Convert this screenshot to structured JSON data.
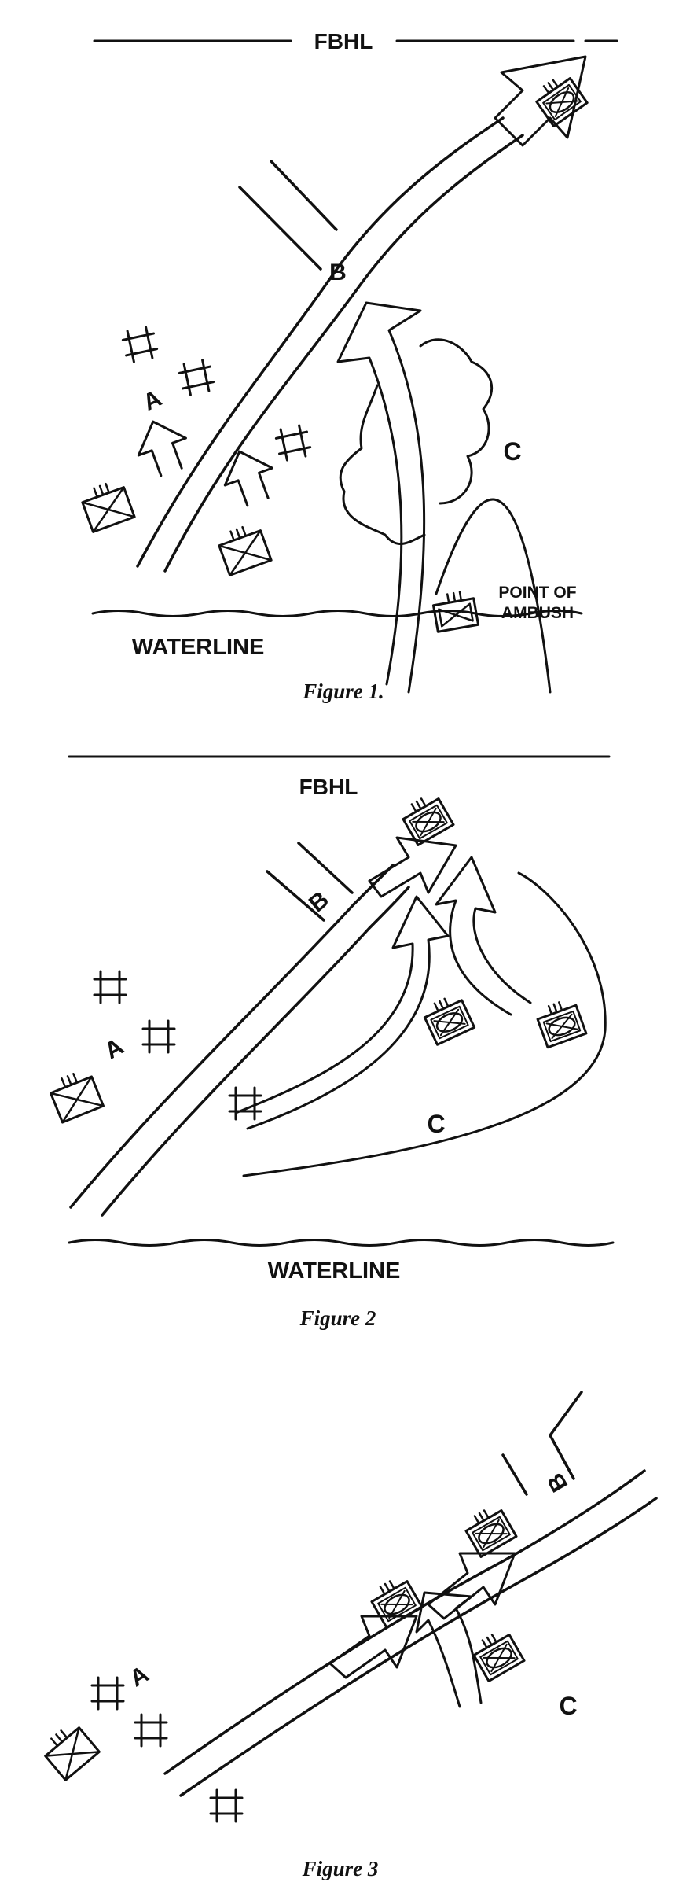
{
  "figure1": {
    "top_line_label": "FBHL",
    "label_a": "A",
    "label_b": "B",
    "label_c": "C",
    "ambush_line1": "POINT OF",
    "ambush_line2": "AMBUSH",
    "waterline": "WATERLINE",
    "caption": "Figure 1."
  },
  "figure2": {
    "top_line_label": "FBHL",
    "label_a": "A",
    "label_b": "B",
    "label_c": "C",
    "waterline": "WATERLINE",
    "caption": "Figure 2"
  },
  "figure3": {
    "label_a": "A",
    "label_b": "B",
    "label_c": "C",
    "caption": "Figure 3"
  },
  "colors": {
    "ink": "#111111",
    "paper": "#ffffff"
  }
}
